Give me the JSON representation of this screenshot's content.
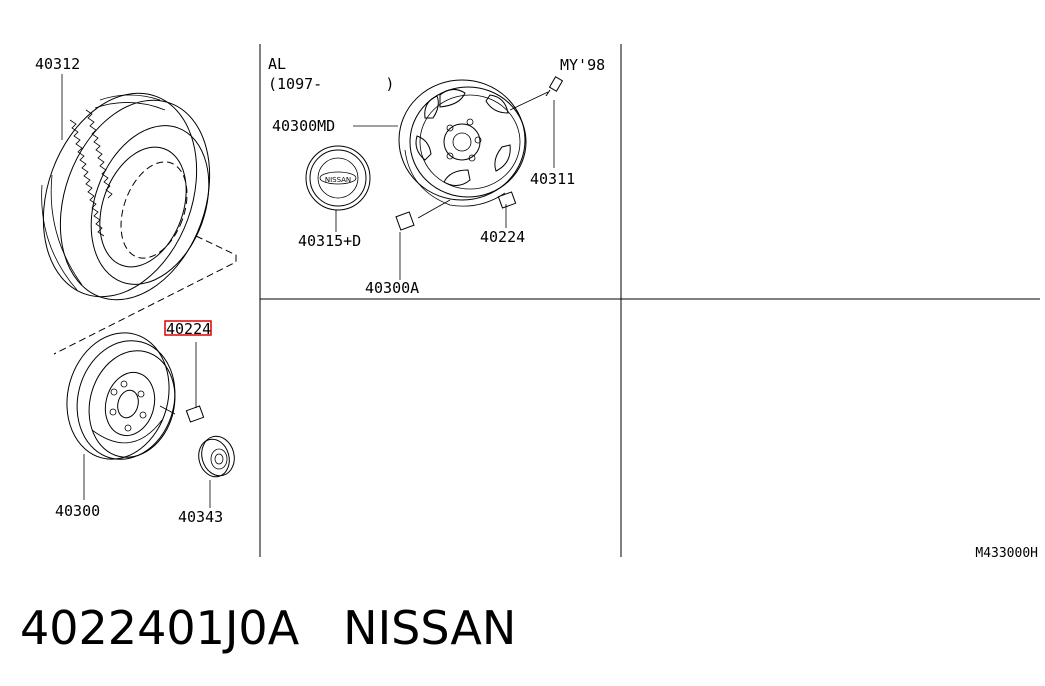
{
  "diagram": {
    "labels": {
      "tire": "40312",
      "wheel": "40300",
      "hub_cap": "40343",
      "nut_highlighted": "40224",
      "al_variant": "AL",
      "al_serial": "(1097-       )",
      "model_year": "MY'98",
      "alloy_wheel": "40300MD",
      "wheel_bolt": "40311",
      "center_cap": "40315+D",
      "nut_alloy": "40224",
      "valve": "40300A",
      "logo_text": "NISSAN",
      "diagram_code": "M433000H"
    },
    "highlight_color": "#e00000"
  },
  "footer": {
    "part_number": "4022401J0A",
    "brand": "NISSAN"
  }
}
